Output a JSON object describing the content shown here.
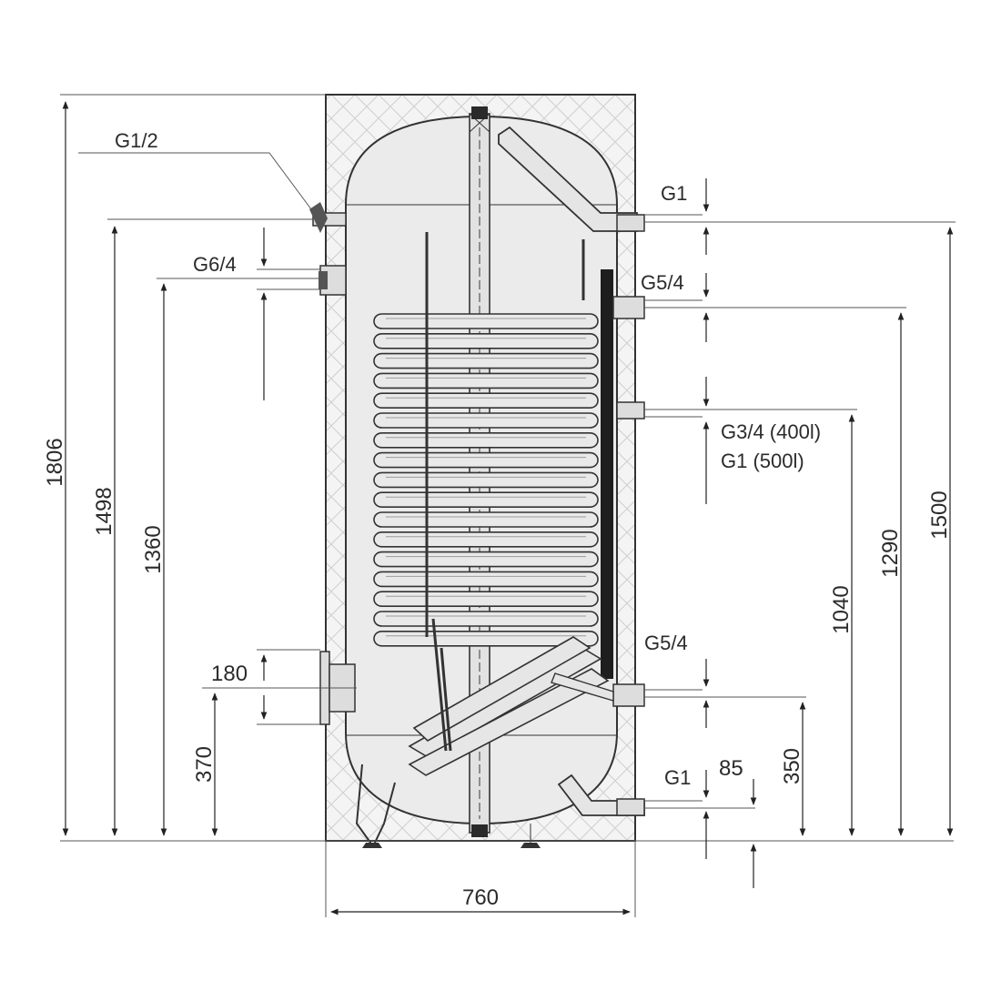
{
  "connections": {
    "g1_2": "G1/2",
    "g6_4": "G6/4",
    "g1_top": "G1",
    "g5_4_top": "G5/4",
    "g3_4_400": "G3/4 (400l)",
    "g1_500": "G1 (500l)",
    "g5_4_bottom": "G5/4",
    "g1_bottom": "G1"
  },
  "dimensions": {
    "total_height": "1806",
    "h_1498": "1498",
    "h_1360": "1360",
    "h_180": "180",
    "h_370": "370",
    "width": "760",
    "h_1500": "1500",
    "h_1290": "1290",
    "h_1040": "1040",
    "h_350": "350",
    "h_85": "85"
  },
  "colors": {
    "line": "#333333",
    "insulation_fill": "#f3f3f3",
    "tank_fill": "#ececec",
    "coil_fill": "#e9e9e9",
    "sensor_bar": "#1e1e1e"
  }
}
